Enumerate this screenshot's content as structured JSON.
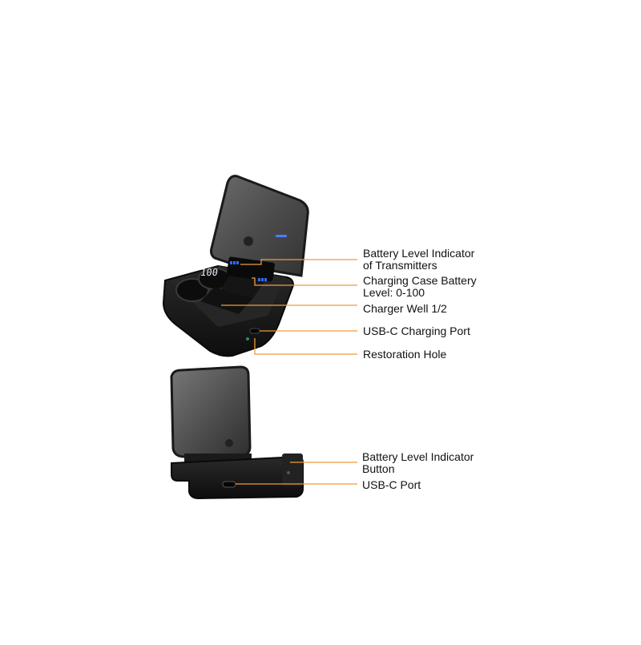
{
  "colors": {
    "leader_line": "#f29a3a",
    "case_body": "#1c1c1c",
    "lid_smoke": "#5a5a5a",
    "led_blue": "#2f6bff",
    "led_white": "#eef3ff"
  },
  "display": {
    "readout": "100"
  },
  "callouts": [
    {
      "id": "battery-indicator-transmitters",
      "text": "Battery Level Indicator\nof Transmitters"
    },
    {
      "id": "case-battery-level",
      "text": "Charging Case Battery\nLevel: 0-100"
    },
    {
      "id": "charger-well",
      "text": "Charger Well 1/2"
    },
    {
      "id": "usbc-charging-port",
      "text": "USB-C Charging Port"
    },
    {
      "id": "restoration-hole",
      "text": "Restoration Hole"
    },
    {
      "id": "battery-indicator-button",
      "text": "Battery Level Indicator\nButton"
    },
    {
      "id": "usbc-port",
      "text": "USB-C Port"
    }
  ]
}
